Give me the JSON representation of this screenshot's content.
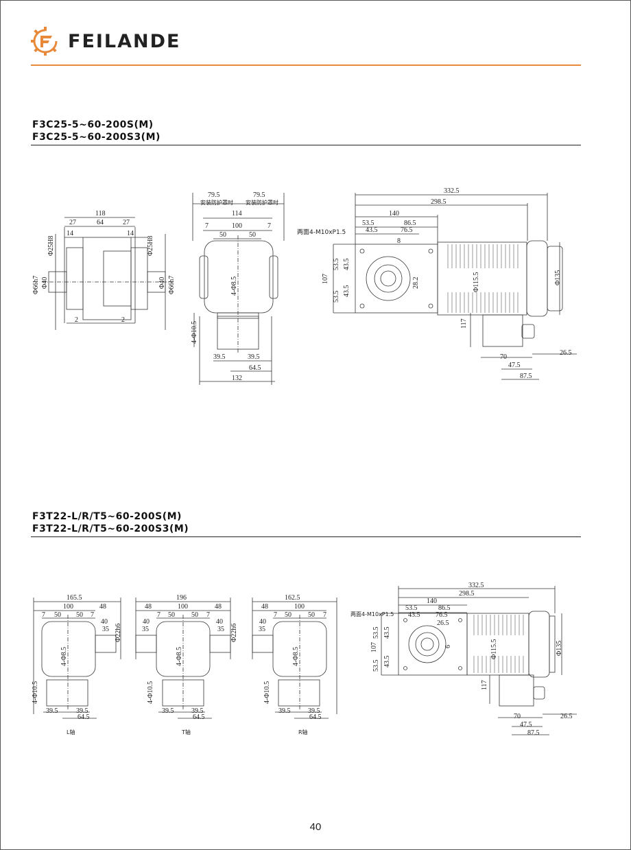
{
  "header": {
    "brand": "FEILANDE",
    "logo_icon": "gear-f-logo-icon",
    "accent_color": "#e8893a"
  },
  "sections": [
    {
      "title_line1": "F3C25-5~60-200S(M)",
      "title_line2": "F3C25-5~60-200S3(M)",
      "views": {
        "side": {
          "dims": [
            "118",
            "27",
            "64",
            "27",
            "14",
            "14",
            "Φ25H8",
            "Φ25H8",
            "Φ66h7",
            "Φ40",
            "Φ40",
            "Φ66h7",
            "2",
            "2"
          ]
        },
        "front": {
          "dims": [
            "79.5",
            "79.5",
            "114",
            "7",
            "100",
            "7",
            "50",
            "50",
            "4-Φ8.5",
            "4-Φ10.5",
            "39.5",
            "39.5",
            "64.5",
            "132"
          ],
          "notes": [
            "安装防护罩时",
            "安装防护罩时"
          ]
        },
        "top": {
          "dims": [
            "332.5",
            "298.5",
            "140",
            "53.5",
            "86.5",
            "43.5",
            "76.5",
            "8",
            "107",
            "53.5",
            "43.5",
            "53.5",
            "43.5",
            "28.2",
            "Φ115.5",
            "Φ135",
            "117",
            "70",
            "26.5",
            "47.5",
            "87.5"
          ],
          "notes": [
            "两面4-M10xP1.5"
          ]
        }
      }
    },
    {
      "title_line1": "F3T22-L/R/T5~60-200S(M)",
      "title_line2": "F3T22-L/R/T5~60-200S3(M)",
      "views": {
        "l_shaft": {
          "dims": [
            "165.5",
            "100",
            "48",
            "7",
            "50",
            "50",
            "7",
            "40",
            "35",
            "Φ22h6",
            "4-Φ8.5",
            "4-Φ10.5",
            "39.5",
            "39.5",
            "64.5"
          ],
          "caption": "L轴"
        },
        "t_shaft": {
          "dims": [
            "196",
            "48",
            "100",
            "48",
            "40",
            "7",
            "50",
            "50",
            "7",
            "40",
            "35",
            "35",
            "Φ22h6",
            "4-Φ8.5",
            "4-Φ10.5",
            "39.5",
            "39.5",
            "64.5"
          ],
          "caption": "T轴"
        },
        "r_shaft": {
          "dims": [
            "162.5",
            "48",
            "100",
            "40",
            "7",
            "50",
            "50",
            "7",
            "35",
            "4-Φ8.5",
            "4-Φ10.5",
            "39.5",
            "39.5",
            "64.5"
          ],
          "caption": "R轴"
        },
        "top": {
          "dims": [
            "332.5",
            "298.5",
            "140",
            "53.5",
            "86.5",
            "43.5",
            "76.5",
            "26.5",
            "6",
            "107",
            "53.5",
            "43.5",
            "53.5",
            "43.5",
            "Φ115.5",
            "Φ135",
            "117",
            "70",
            "26.5",
            "47.5",
            "87.5"
          ],
          "notes": [
            "两面4-M10xP1.5"
          ]
        }
      }
    }
  ],
  "footer": {
    "page_number": "40"
  }
}
